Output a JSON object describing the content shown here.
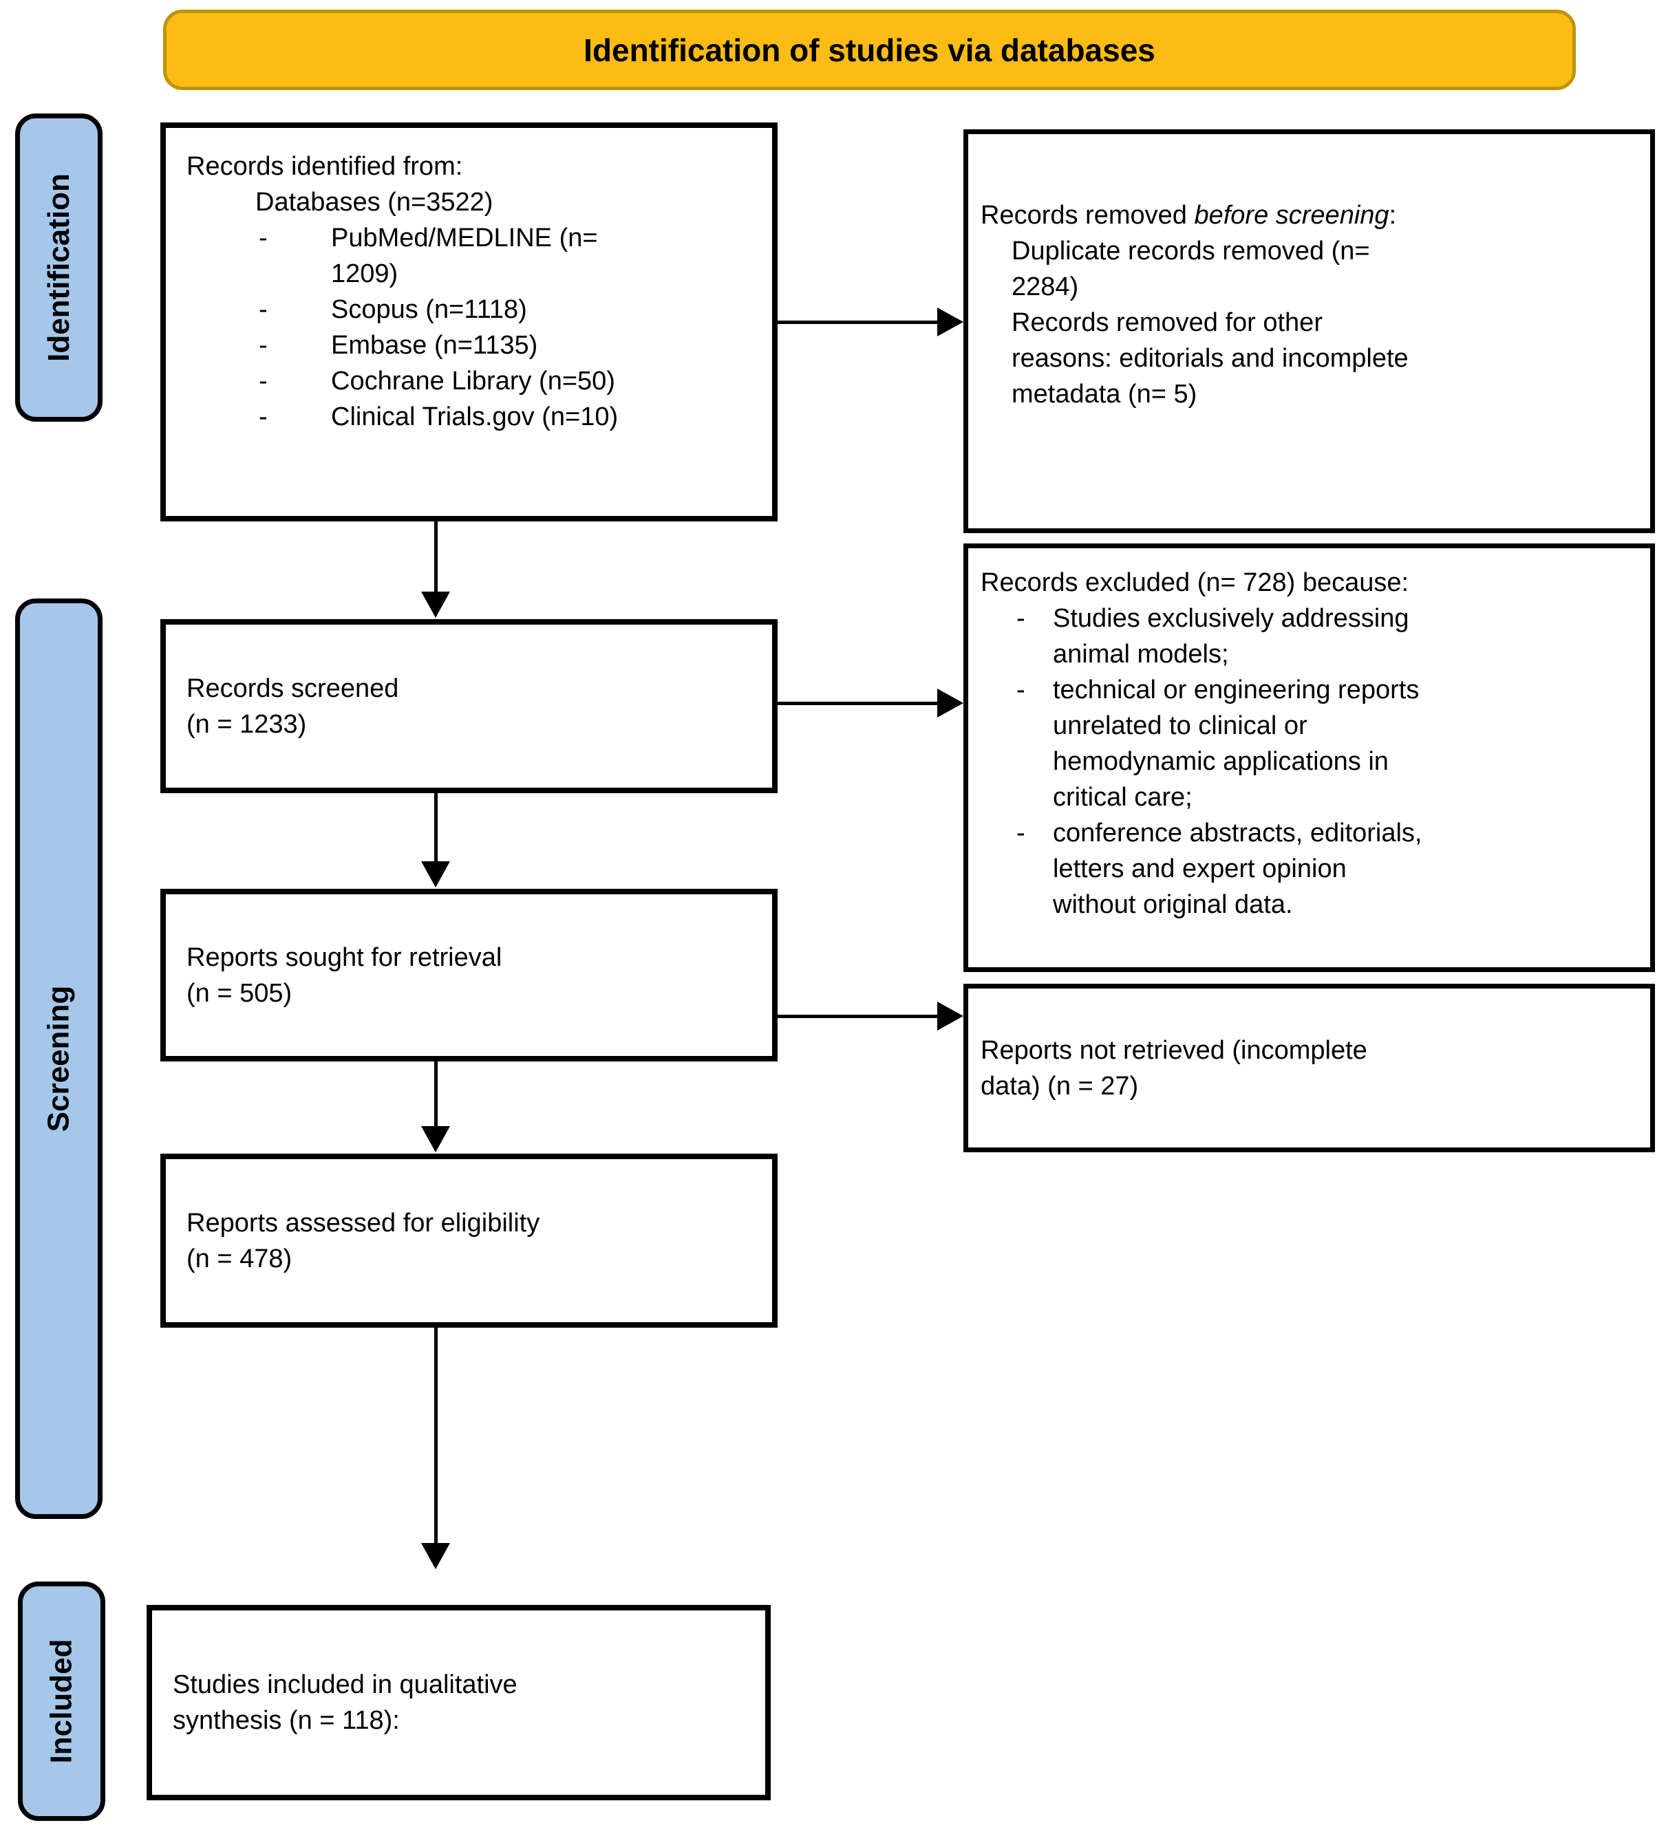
{
  "banner": {
    "title": "Identification of studies via databases"
  },
  "colors": {
    "banner_fill": "#FBBC16",
    "banner_border": "#BE9409",
    "stage_fill": "#A5C7E9",
    "line": "#000000"
  },
  "dash": "-",
  "sidebars": {
    "identification": "Identification",
    "screening": "Screening",
    "included": "Included"
  },
  "boxes": {
    "records_identified": {
      "title": "Records identified from:",
      "subtitle": "Databases (n=3522)",
      "items": [
        [
          "PubMed/MEDLINE (n=",
          "1209)"
        ],
        [
          "Scopus (n=1118)"
        ],
        [
          "Embase (n=1135)"
        ],
        [
          "Cochrane Library (n=50)"
        ],
        [
          "Clinical Trials.gov (n=10)"
        ]
      ]
    },
    "records_removed": {
      "title_prefix": "Records removed ",
      "title_italic": "before screening",
      "title_suffix": ":",
      "items": [
        [
          "Duplicate records removed (n=",
          "2284)"
        ],
        [
          "Records removed for other",
          "reasons: editorials and incomplete",
          "metadata (n= 5)"
        ]
      ]
    },
    "records_screened": {
      "lines": [
        "Records screened",
        "(n = 1233)"
      ]
    },
    "records_excluded": {
      "title": "Records excluded (n= 728) because:",
      "items": [
        [
          "Studies exclusively addressing",
          "animal models;"
        ],
        [
          "technical or engineering reports",
          "unrelated to clinical or",
          "hemodynamic applications in",
          "critical care;"
        ],
        [
          "conference abstracts, editorials,",
          "letters and expert opinion",
          "without original data."
        ]
      ]
    },
    "reports_sought": {
      "lines": [
        "Reports sought for retrieval",
        "(n = 505)"
      ]
    },
    "reports_not_retrieved": {
      "lines": [
        "Reports not retrieved (incomplete",
        "data) (n = 27)"
      ]
    },
    "reports_assessed": {
      "lines": [
        "Reports assessed for eligibility",
        "(n = 478)"
      ]
    },
    "studies_included": {
      "lines": [
        "Studies included in qualitative",
        "synthesis (n = 118):"
      ]
    }
  }
}
